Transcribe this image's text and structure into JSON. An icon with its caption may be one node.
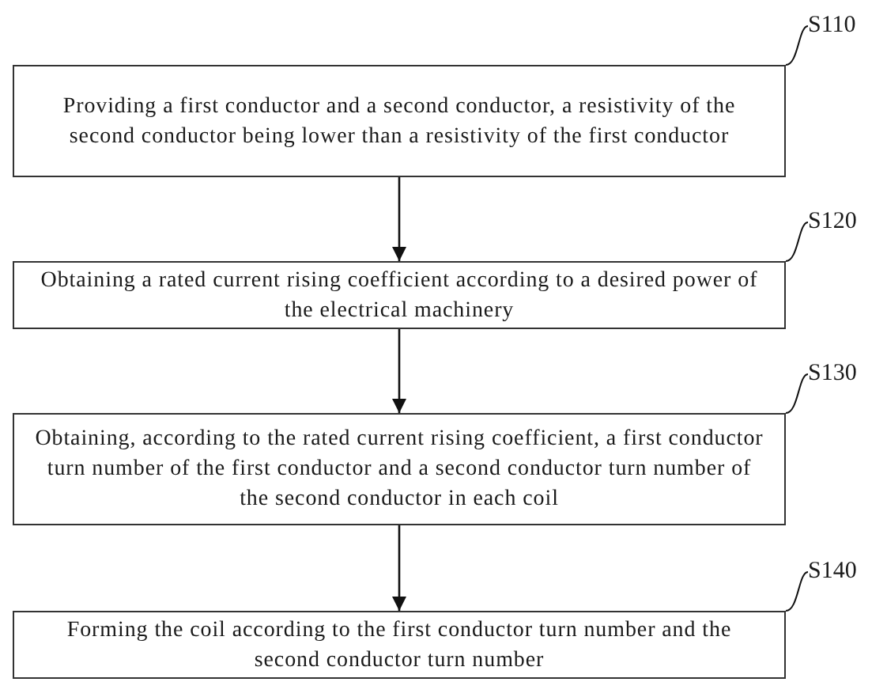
{
  "diagram": {
    "nodes": [
      {
        "text": [
          "Providing a first conductor and a second conductor, a resistivity of the second conductor being lower than a resistivity of the first conductor"
        ]
      },
      {
        "text": [
          "Obtaining a rated current rising coefficient according to a desired power of the electrical machinery"
        ]
      },
      {
        "text": [
          "Obtaining, according to the rated current rising coefficient, a first conductor turn number of the first conductor and a second conductor turn number of the second conductor in each coil"
        ]
      },
      {
        "text": [
          "Forming the coil according to the first conductor turn number and the second conductor turn number"
        ]
      },
      {
        "text": [
          "S110"
        ]
      },
      {
        "text": [
          "S120"
        ]
      },
      {
        "text": [
          "S130"
        ]
      },
      {
        "text": [
          "S140"
        ]
      }
    ],
    "edges": [
      {
        "from": 0,
        "to": 1,
        "arrow": "to"
      },
      {
        "from": 1,
        "to": 2,
        "arrow": "to"
      },
      {
        "from": 2,
        "to": 3,
        "arrow": "to"
      },
      {
        "from": 4,
        "to": 0,
        "arrow": "none"
      },
      {
        "from": 5,
        "to": 1,
        "arrow": "none"
      },
      {
        "from": 6,
        "to": 2,
        "arrow": "none"
      },
      {
        "from": 7,
        "to": 3,
        "arrow": "none"
      }
    ]
  }
}
